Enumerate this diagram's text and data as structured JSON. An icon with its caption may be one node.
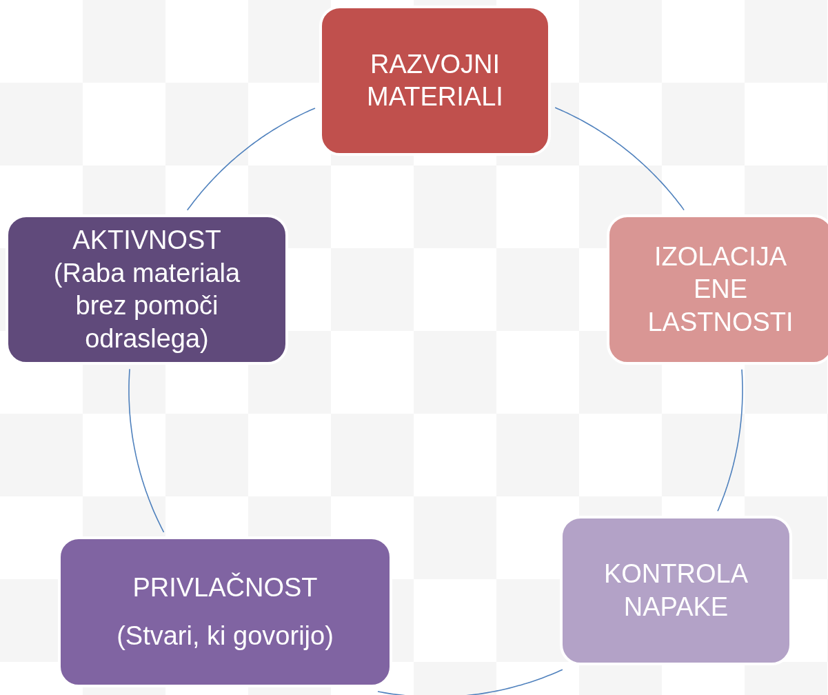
{
  "diagram": {
    "nodes": [
      {
        "text": [
          "RAZVOJNI MATERIALI"
        ]
      },
      {
        "text": [
          "IZOLACIJA ENE LASTNOSTI"
        ]
      },
      {
        "text": [
          "KONTROLA NAPAKE"
        ]
      },
      {
        "text": [
          "PRIVLAČNOST",
          "(Stvari, ki govorijo)"
        ]
      },
      {
        "text": [
          "AKTIVNOST",
          "(Raba materiala brez pomoči odraslega)"
        ]
      }
    ],
    "edges": [
      {
        "from": 0,
        "to": 1,
        "arrow": "none"
      },
      {
        "from": 1,
        "to": 2,
        "arrow": "none"
      },
      {
        "from": 2,
        "to": 3,
        "arrow": "none"
      },
      {
        "from": 3,
        "to": 4,
        "arrow": "none"
      },
      {
        "from": 4,
        "to": 0,
        "arrow": "none"
      }
    ]
  }
}
